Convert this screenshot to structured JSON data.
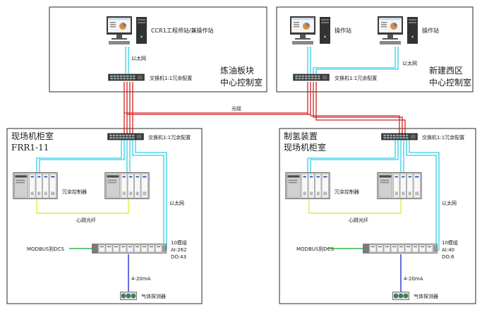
{
  "colors": {
    "ethernet": "#33cfe6",
    "fiber": "#d42020",
    "sync_fiber": "#e8e64a",
    "modbus": "#2db84a",
    "signal": "#2b2bd0",
    "box": "#2a2a2a"
  },
  "rooms": {
    "refinery": {
      "title_line1": "炼油板块",
      "title_line2": "中心控制室"
    },
    "new_west": {
      "title_line1": "新建西区",
      "title_line2": "中心控制室"
    },
    "field_frr": {
      "title_line1": "现场机柜室",
      "title_line2": "FRR1-11"
    },
    "field_h2": {
      "title_line1": "制氢装置",
      "title_line2": "现场机柜室"
    }
  },
  "top_left": {
    "workstation_label": "CCR1工程师站/兼操作站",
    "ethernet_label": "以太网",
    "switch_label": "交换机1:1冗余配置"
  },
  "top_right": {
    "ws1_label": "操作站",
    "ws2_label": "操作站",
    "ethernet_label": "以太网",
    "switch_label": "交换机1:1冗余配置"
  },
  "fiber_label": "光缆",
  "bottom_left": {
    "switch_label": "交换机1:1冗余配置",
    "controller_label": "冗余控制器",
    "sync_label": "心跳光纤",
    "ethernet_label": "以太网",
    "modbus_label": "MODBUS到DCS",
    "io_line1": "10模组",
    "io_line2": "AI:262",
    "io_line3": "DO:43",
    "signal_label": "4-20mA",
    "detector_label": "气体探测器"
  },
  "bottom_right": {
    "switch_label": "交换机1:1冗余配置",
    "controller_label": "冗余控制器",
    "sync_label": "心跳光纤",
    "ethernet_label": "以太网",
    "modbus_label": "MODBUS到DCS",
    "io_line1": "10模组",
    "io_line2": "AI:40",
    "io_line3": "DO:6",
    "signal_label": "4-20mA",
    "detector_label": "气体探测器"
  }
}
